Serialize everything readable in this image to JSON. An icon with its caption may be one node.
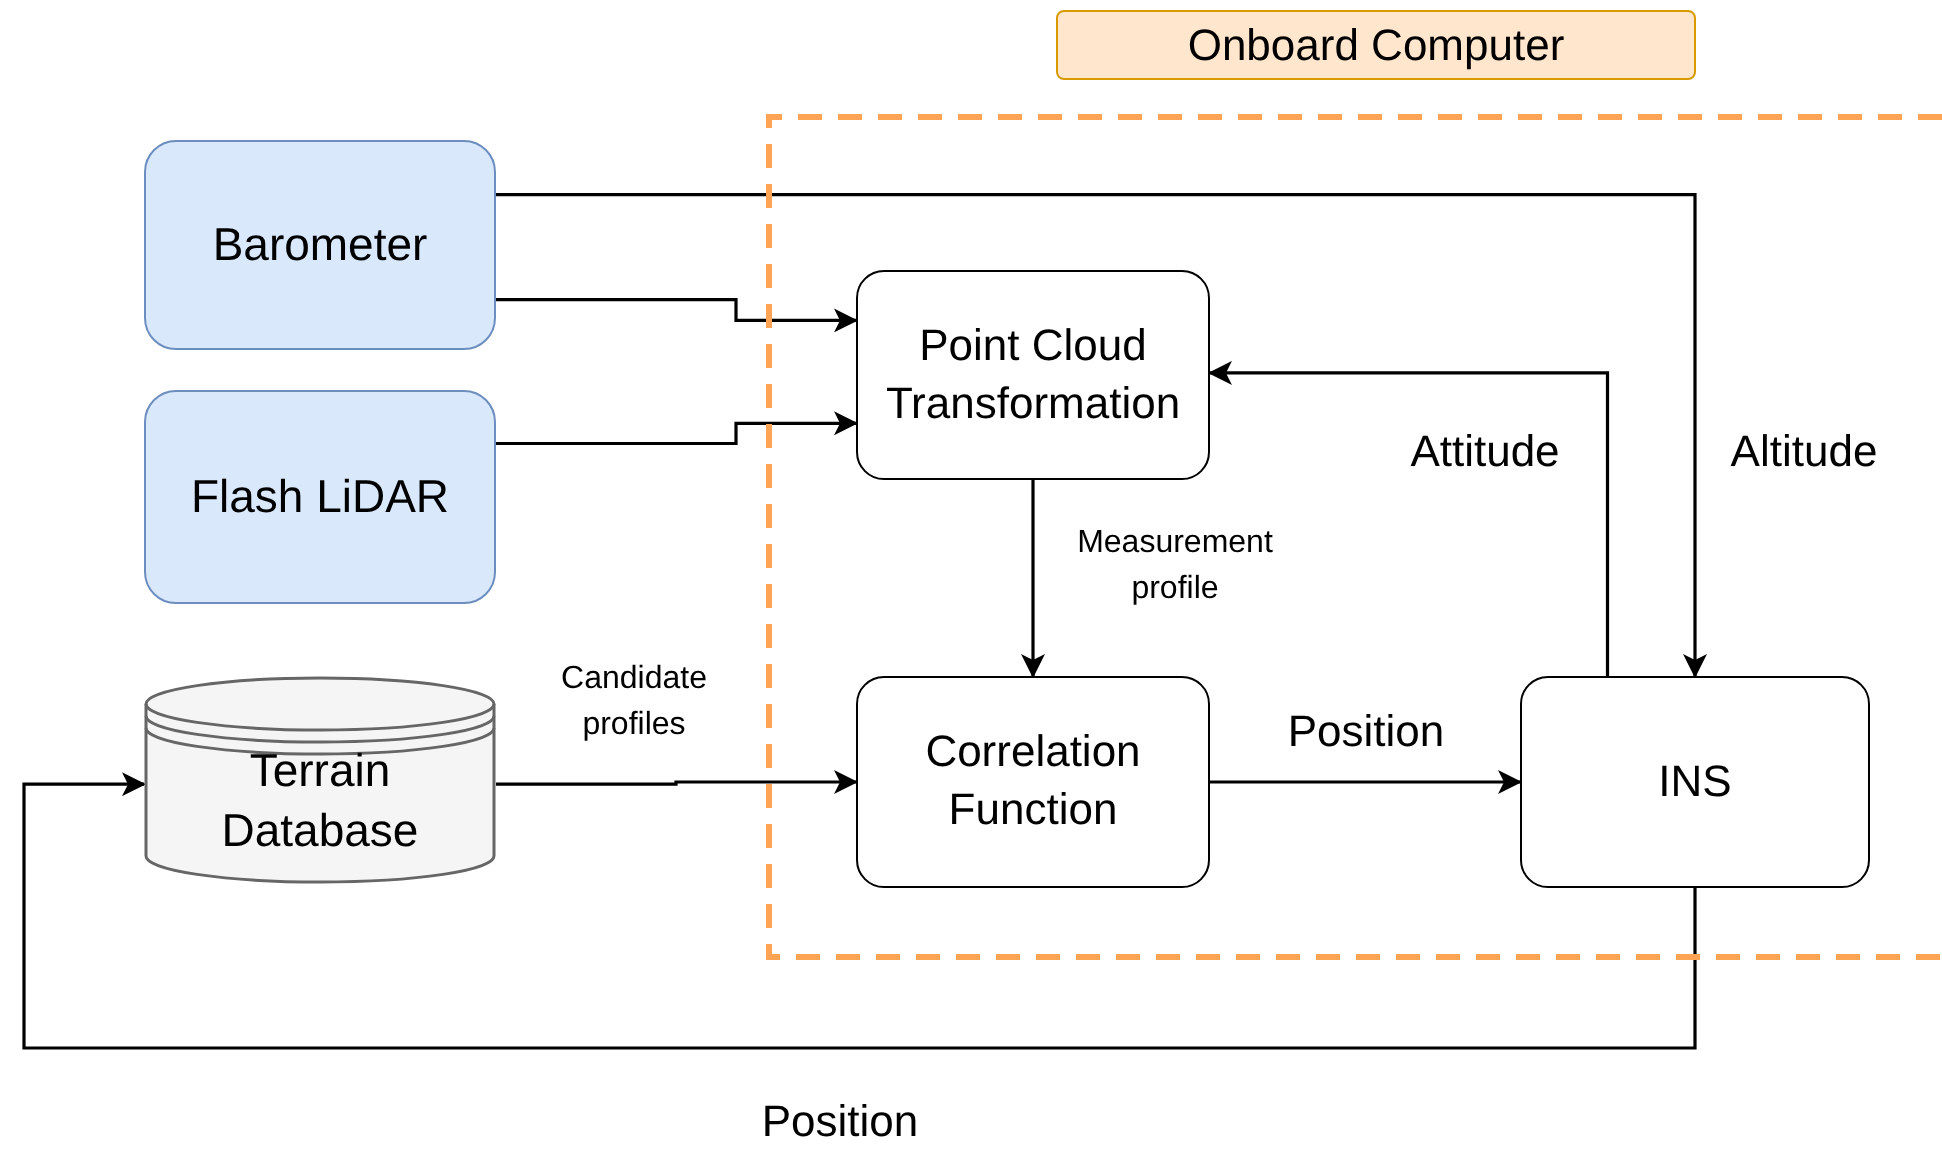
{
  "diagram": {
    "nodes": [
      {
        "text": [
          "Onboard Computer"
        ]
      },
      {
        "text": [
          "Barometer"
        ]
      },
      {
        "text": [
          "Flash LiDAR"
        ]
      },
      {
        "text": [
          "Terrain Database"
        ]
      },
      {
        "text": [
          "Point Cloud Transformation"
        ],
        "in": 0
      },
      {
        "text": [
          "Correlation Function"
        ],
        "in": 0
      },
      {
        "text": [
          "INS"
        ],
        "in": 0
      }
    ],
    "edges": [
      {
        "from": 1,
        "to": 6,
        "arrow": "to",
        "label": "Altitude"
      },
      {
        "from": 1,
        "to": 4,
        "arrow": "to"
      },
      {
        "from": 2,
        "to": 4,
        "arrow": "to"
      },
      {
        "from": 4,
        "to": 5,
        "arrow": "to",
        "label": "Measurement profile"
      },
      {
        "from": 3,
        "to": 5,
        "arrow": "to",
        "label": "Candidate profiles"
      },
      {
        "from": 5,
        "to": 6,
        "arrow": "to",
        "label": "Position"
      },
      {
        "from": 6,
        "to": 4,
        "arrow": "to",
        "label": "Attitude"
      },
      {
        "from": 6,
        "to": 3,
        "arrow": "to",
        "label": "Position"
      }
    ]
  }
}
